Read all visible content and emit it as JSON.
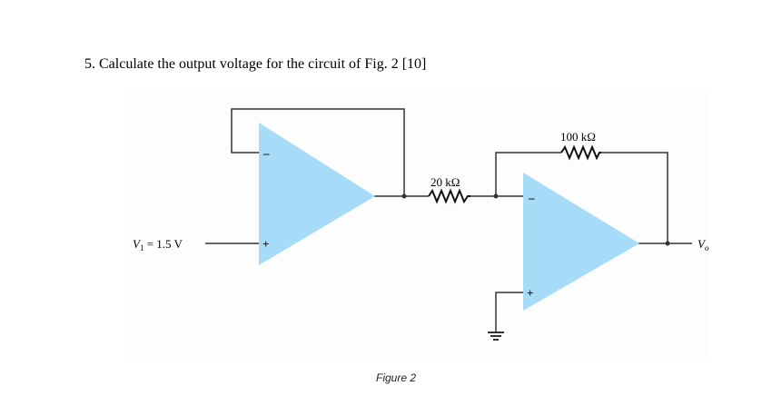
{
  "question": {
    "text": "5. Calculate the output voltage for the circuit of Fig. 2 [10]"
  },
  "circuit": {
    "input_label": "V",
    "input_subscript": "1",
    "input_value": " = 1.5 V",
    "resistor_1_label": "20 kΩ",
    "resistor_2_label": "100 kΩ",
    "output_label": "V",
    "output_subscript": "o",
    "opamp_1": {
      "minus_sign": "–",
      "plus_sign": "+"
    },
    "opamp_2": {
      "minus_sign": "–",
      "plus_sign": "+"
    },
    "colors": {
      "opamp_fill": "#a7dcf8",
      "wire": "#333333"
    }
  },
  "caption": {
    "text": "Figure 2"
  }
}
